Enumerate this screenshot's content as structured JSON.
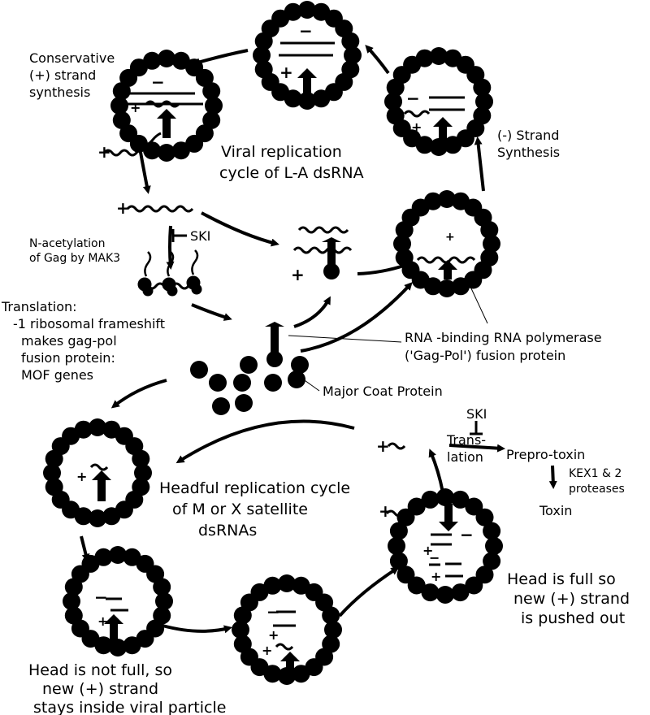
{
  "cycle_la_title": [
    "Viral replication",
    "cycle of L-A dsRNA"
  ],
  "cycle_sat_title": [
    "Headful replication cycle",
    "of M or X satellite",
    "dsRNAs"
  ],
  "conservative_label": [
    "Conservative",
    "(+) strand",
    "synthesis"
  ],
  "minus_strand_label": [
    "(-) Strand",
    "Synthesis"
  ],
  "nacetyl_label": [
    "N-acetylation",
    "of Gag by MAK3"
  ],
  "ski_label": "SKI",
  "translation_label": [
    "Translation:",
    "-1 ribosomal frameshift",
    "makes gag-pol",
    "fusion  protein:",
    "MOF genes"
  ],
  "rna_pol_label": [
    "RNA -binding RNA polymerase",
    "('Gag-Pol') fusion protein"
  ],
  "coat_label": "Major Coat Protein",
  "ski_label_2": "SKI",
  "translation_2_label": [
    "Trans-",
    "lation"
  ],
  "preprotoxin_label": "Prepro-toxin",
  "kex_label": [
    "KEX1 & 2",
    "proteases"
  ],
  "toxin_label": "Toxin",
  "head_full_label": [
    "Head is full so",
    "new (+) strand",
    "is pushed out"
  ],
  "head_not_full_label": [
    "Head is not full, so",
    "new (+) strand",
    "stays inside viral particle"
  ],
  "plus_sign": "+",
  "minus_sign": "-"
}
